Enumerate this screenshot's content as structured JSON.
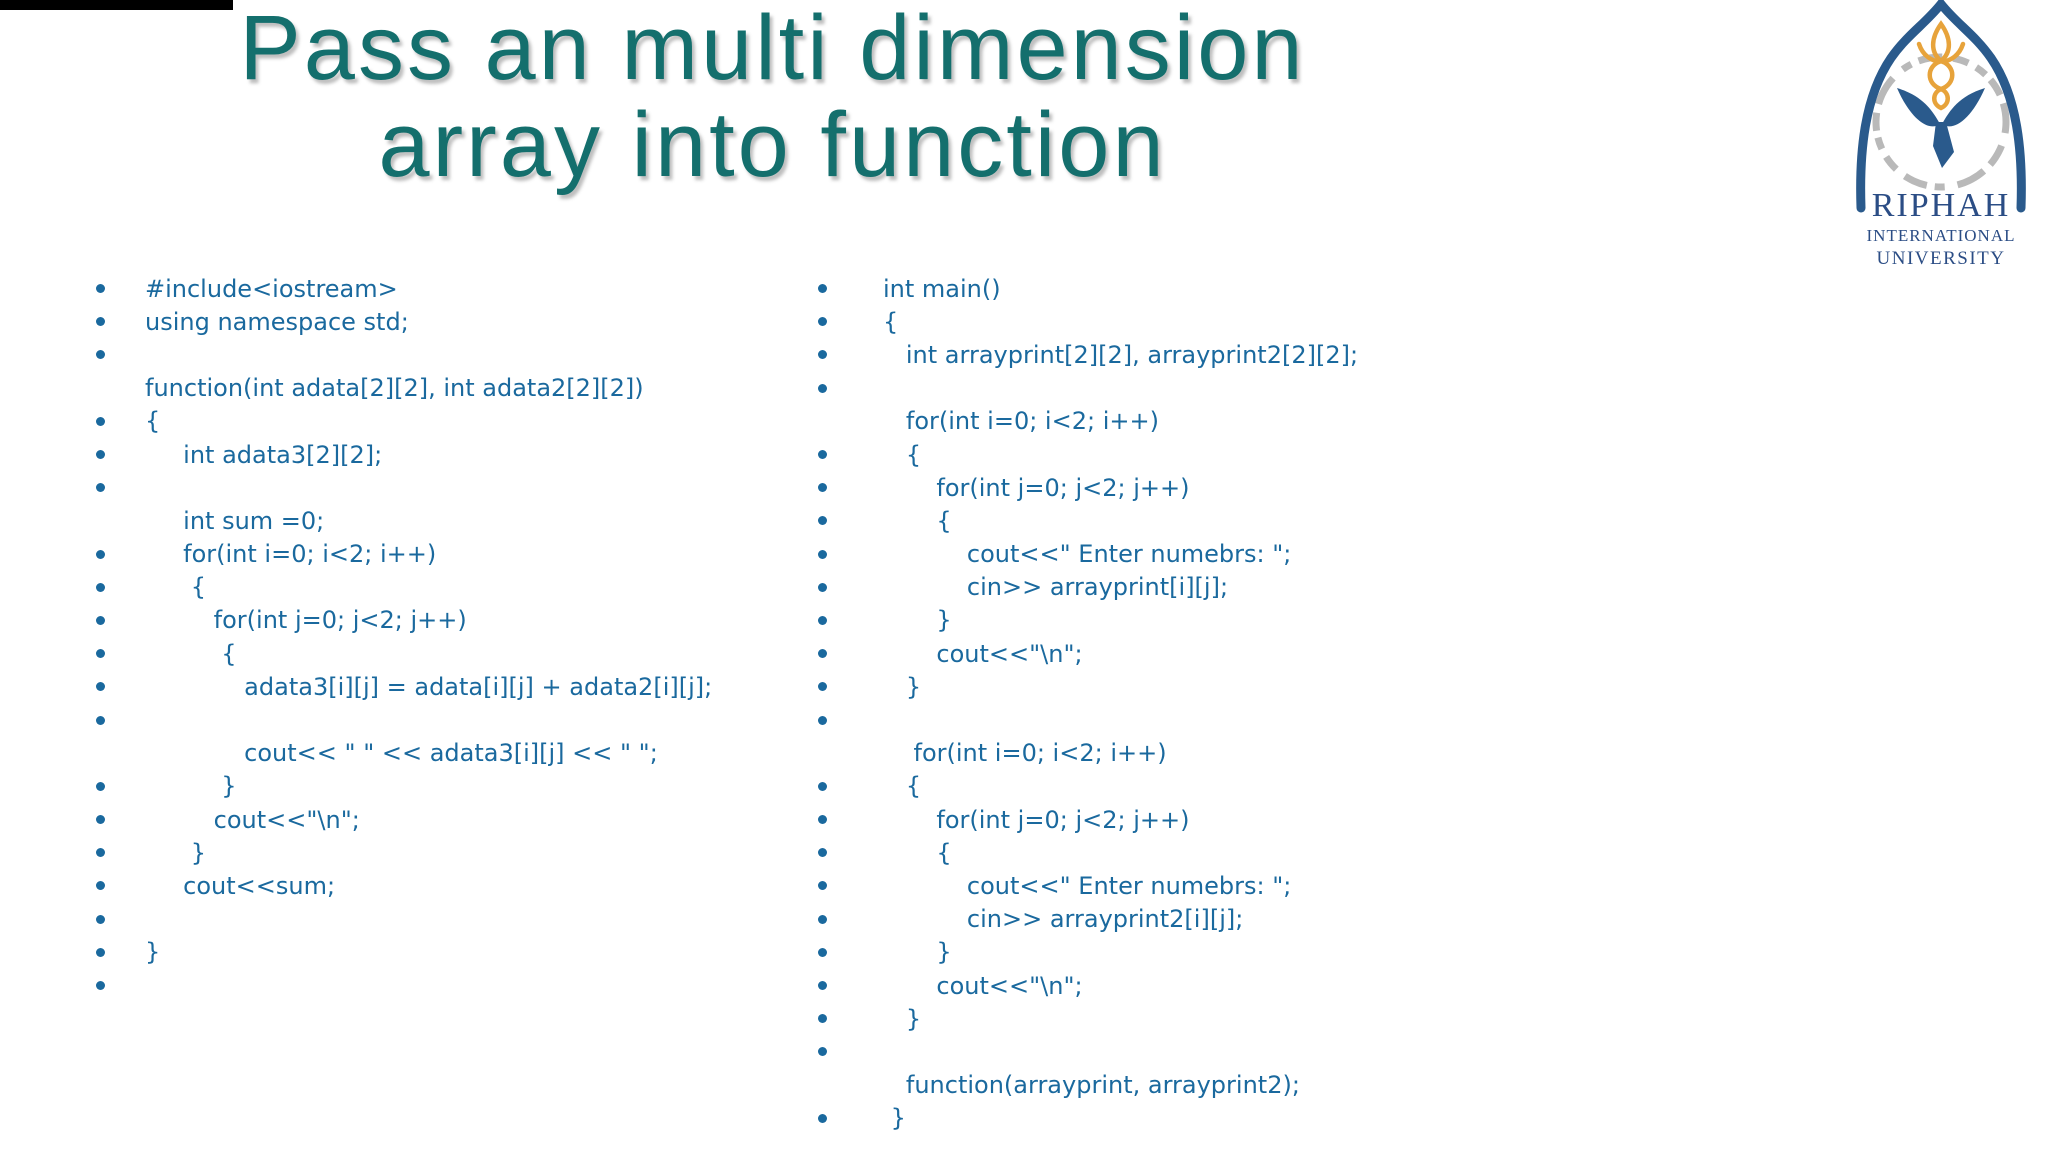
{
  "slide": {
    "title": {
      "line1": "Pass an multi dimension",
      "line2": "array into function"
    },
    "colors": {
      "title": "#146f6d",
      "code": "#1a699e",
      "logo_blue": "#2a5a8c",
      "logo_gold": "#e7a33b",
      "logo_gray": "#b9b9b9",
      "logo_text": "#2b4d85"
    }
  },
  "logo": {
    "line1": "RIPHAH",
    "line2": "INTERNATIONAL",
    "line3": "UNIVERSITY"
  },
  "left_column": {
    "lines": [
      {
        "bullet": true,
        "text": "#include<iostream>"
      },
      {
        "bullet": true,
        "text": "using namespace std;"
      },
      {
        "bullet": true,
        "text": ""
      },
      {
        "bullet": false,
        "text": "function(int adata[2][2], int adata2[2][2])"
      },
      {
        "bullet": true,
        "text": "{"
      },
      {
        "bullet": true,
        "text": "     int adata3[2][2];"
      },
      {
        "bullet": true,
        "text": ""
      },
      {
        "bullet": false,
        "text": "     int sum =0;"
      },
      {
        "bullet": true,
        "text": "     for(int i=0; i<2; i++)"
      },
      {
        "bullet": true,
        "text": "      {"
      },
      {
        "bullet": true,
        "text": "         for(int j=0; j<2; j++)"
      },
      {
        "bullet": true,
        "text": "          {"
      },
      {
        "bullet": true,
        "text": "             adata3[i][j] = adata[i][j] + adata2[i][j];"
      },
      {
        "bullet": true,
        "text": ""
      },
      {
        "bullet": false,
        "text": "             cout<< \" \" << adata3[i][j] << \" \";"
      },
      {
        "bullet": true,
        "text": "          }"
      },
      {
        "bullet": true,
        "text": "         cout<<\"\\n\";"
      },
      {
        "bullet": true,
        "text": "      }"
      },
      {
        "bullet": true,
        "text": "     cout<<sum;"
      },
      {
        "bullet": true,
        "text": ""
      },
      {
        "bullet": true,
        "text": "}"
      },
      {
        "bullet": true,
        "text": ""
      }
    ]
  },
  "right_column": {
    "lines": [
      {
        "bullet": true,
        "text": "int main()"
      },
      {
        "bullet": true,
        "text": "{"
      },
      {
        "bullet": true,
        "text": "   int arrayprint[2][2], arrayprint2[2][2];"
      },
      {
        "bullet": true,
        "text": ""
      },
      {
        "bullet": false,
        "text": "   for(int i=0; i<2; i++)"
      },
      {
        "bullet": true,
        "text": "   {"
      },
      {
        "bullet": true,
        "text": "       for(int j=0; j<2; j++)"
      },
      {
        "bullet": true,
        "text": "       {"
      },
      {
        "bullet": true,
        "text": "           cout<<\" Enter numebrs: \";"
      },
      {
        "bullet": true,
        "text": "           cin>> arrayprint[i][j];"
      },
      {
        "bullet": true,
        "text": "       }"
      },
      {
        "bullet": true,
        "text": "       cout<<\"\\n\";"
      },
      {
        "bullet": true,
        "text": "   }"
      },
      {
        "bullet": true,
        "text": ""
      },
      {
        "bullet": false,
        "text": "    for(int i=0; i<2; i++)"
      },
      {
        "bullet": true,
        "text": "   {"
      },
      {
        "bullet": true,
        "text": "       for(int j=0; j<2; j++)"
      },
      {
        "bullet": true,
        "text": "       {"
      },
      {
        "bullet": true,
        "text": "           cout<<\" Enter numebrs: \";"
      },
      {
        "bullet": true,
        "text": "           cin>> arrayprint2[i][j];"
      },
      {
        "bullet": true,
        "text": "       }"
      },
      {
        "bullet": true,
        "text": "       cout<<\"\\n\";"
      },
      {
        "bullet": true,
        "text": "   }"
      },
      {
        "bullet": true,
        "text": ""
      },
      {
        "bullet": false,
        "text": "   function(arrayprint, arrayprint2);"
      },
      {
        "bullet": true,
        "text": " }"
      }
    ]
  }
}
